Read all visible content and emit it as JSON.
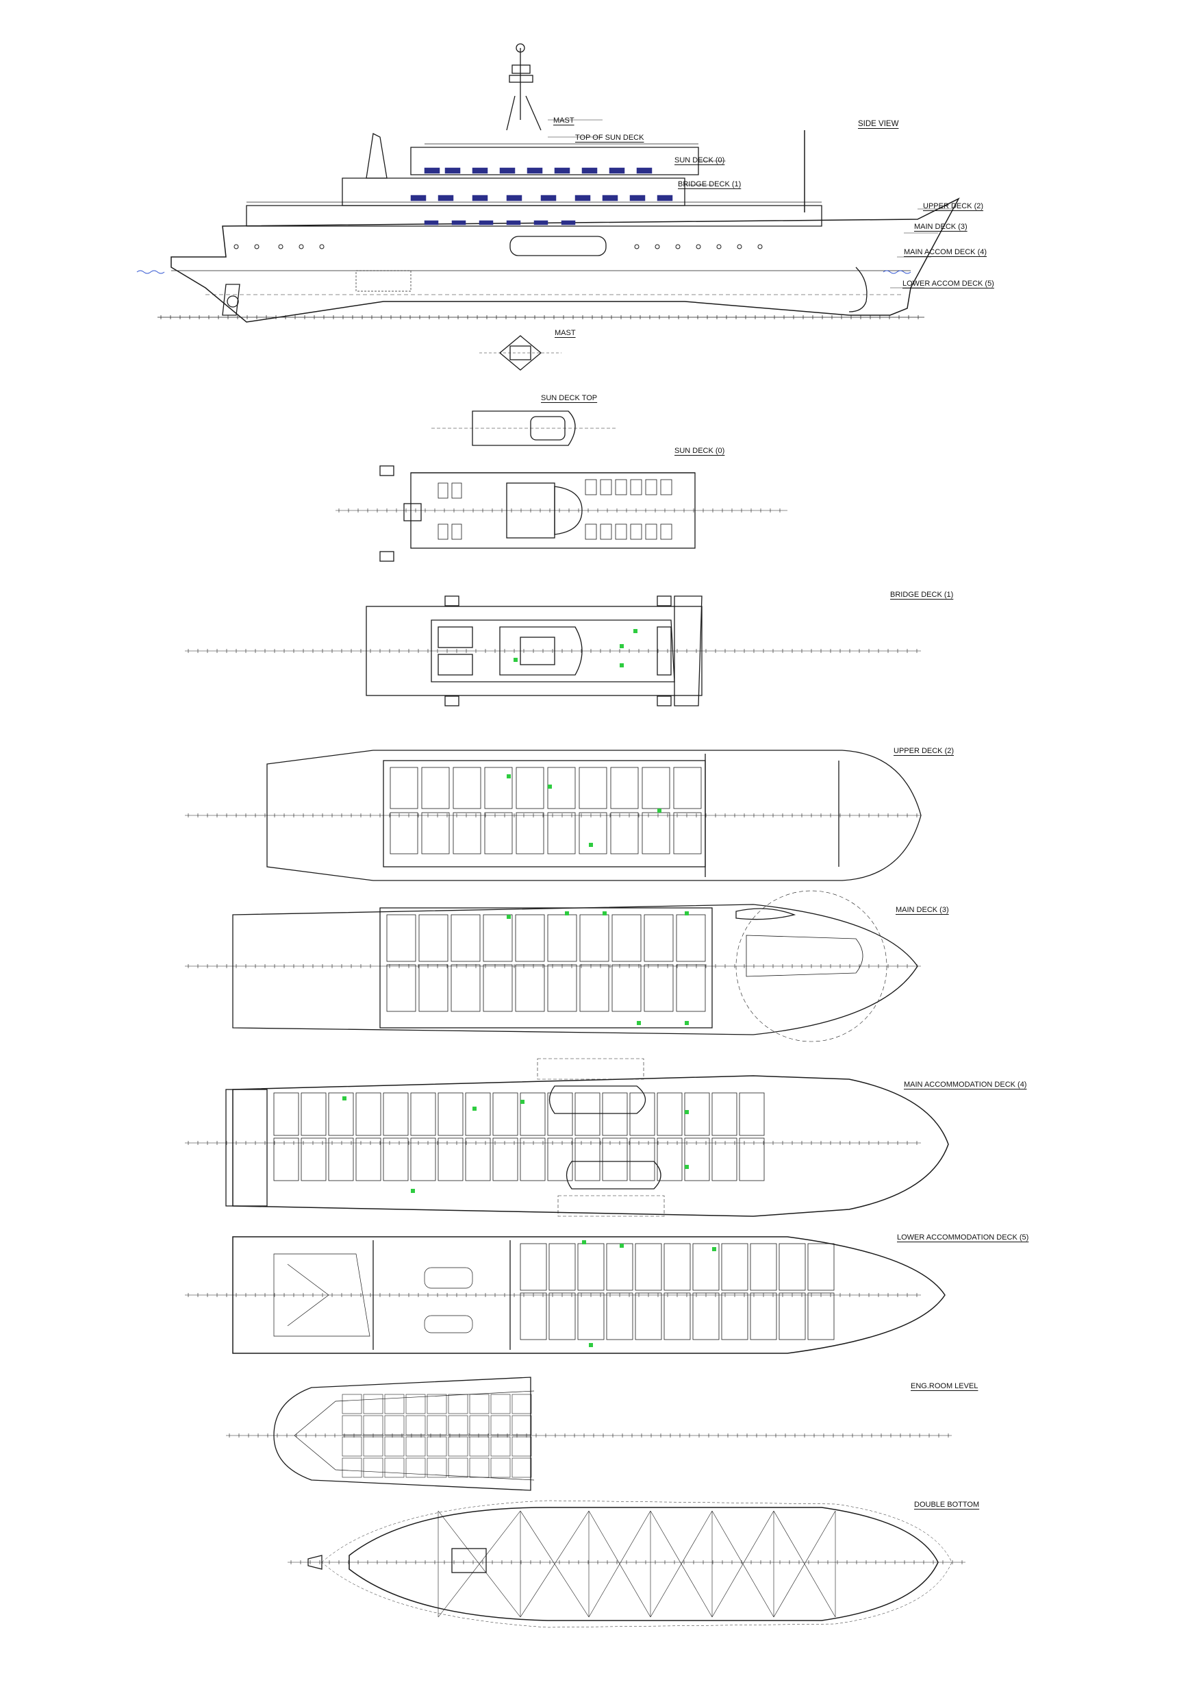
{
  "drawing": {
    "side_view": {
      "title": "SIDE VIEW",
      "labels": {
        "mast": "MAST",
        "top_sun_deck": "TOP OF SUN DECK",
        "sun_deck": "SUN DECK (0)",
        "bridge_deck": "BRIDGE DECK (1)",
        "upper_deck": "UPPER DECK (2)",
        "main_deck": "MAIN DECK (3)",
        "main_accom_deck": "MAIN ACCOM DECK (4)",
        "lower_accom_deck": "LOWER ACCOM DECK (5)"
      }
    },
    "plans": {
      "mast": "MAST",
      "sun_deck_top": "SUN DECK TOP",
      "sun_deck": "SUN DECK (0)",
      "bridge_deck": "BRIDGE DECK (1)",
      "upper_deck": "UPPER DECK (2)",
      "main_deck": "MAIN DECK (3)",
      "main_accommodation_deck": "MAIN ACCOMMODATION DECK (4)",
      "lower_accommodation_deck": "LOWER ACCOMMODATION DECK (5)",
      "eng_room_level": "ENG.ROOM LEVEL",
      "double_bottom": "DOUBLE BOTTOM"
    },
    "colors": {
      "line": "#1a1a1a",
      "window": "#2b2f8a",
      "door": "#2ecc40",
      "water": "#2a4fd0"
    }
  }
}
